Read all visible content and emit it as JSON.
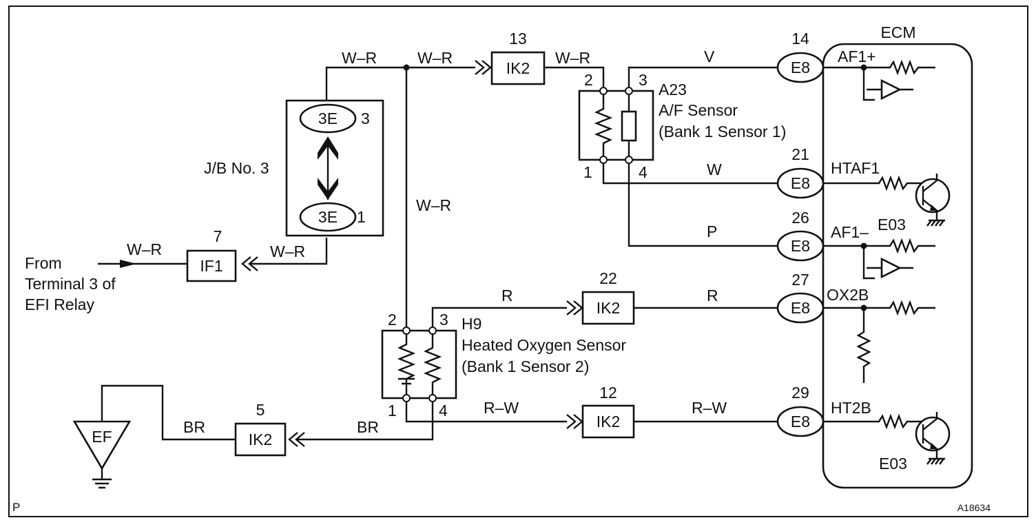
{
  "ecm": {
    "title": "ECM"
  },
  "jb": {
    "label": "J/B No. 3",
    "top": "3E",
    "top_pin": "3",
    "bottom": "3E",
    "bottom_pin": "1"
  },
  "source": {
    "line1": "From",
    "line2": "Terminal 3 of",
    "line3": "EFI Relay"
  },
  "connectors": {
    "if1": {
      "name": "IF1",
      "pin": "7"
    },
    "ik2_13": {
      "name": "IK2",
      "pin": "13"
    },
    "ik2_22": {
      "name": "IK2",
      "pin": "22"
    },
    "ik2_12": {
      "name": "IK2",
      "pin": "12"
    },
    "ik2_5": {
      "name": "IK2",
      "pin": "5"
    }
  },
  "ground": {
    "label": "EF"
  },
  "af_sensor": {
    "id": "A23",
    "line1": "A/F Sensor",
    "line2": "(Bank 1 Sensor 1)",
    "pins": [
      "2",
      "3",
      "1",
      "4"
    ]
  },
  "ho2_sensor": {
    "id": "H9",
    "line1": "Heated Oxygen Sensor",
    "line2": "(Bank 1 Sensor 2)",
    "pins": [
      "2",
      "3",
      "1",
      "4"
    ]
  },
  "wires": {
    "wr_top1": "W–R",
    "wr_top2": "W–R",
    "wr_top3": "W–R",
    "wr_vert": "W–R",
    "wr_jb_out": "W–R",
    "wr_source": "W–R",
    "v": "V",
    "w": "W",
    "p": "P",
    "r1": "R",
    "r2": "R",
    "rw1": "R–W",
    "rw2": "R–W",
    "br1": "BR",
    "br2": "BR"
  },
  "ecm_terminals": [
    {
      "conn": "E8",
      "pin": "14",
      "signal": "AF1+"
    },
    {
      "conn": "E8",
      "pin": "21",
      "signal": "HTAF1"
    },
    {
      "conn": "E8",
      "pin": "26",
      "signal": "AF1–"
    },
    {
      "conn": "E8",
      "pin": "27",
      "signal": "OX2B"
    },
    {
      "conn": "E8",
      "pin": "29",
      "signal": "HT2B"
    }
  ],
  "grounds": {
    "e03_a": "E03",
    "e03_b": "E03"
  },
  "footer": {
    "left": "P",
    "right": "A18634"
  }
}
